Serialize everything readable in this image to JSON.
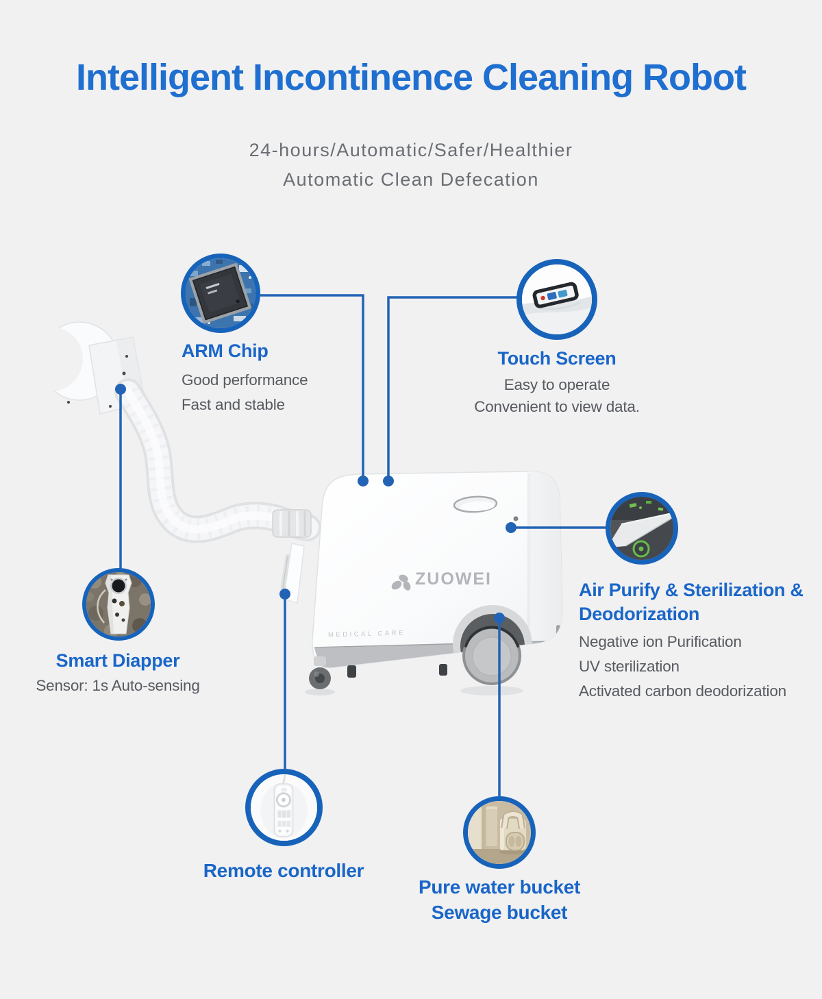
{
  "page": {
    "background": "#f1f1f2",
    "title_blue": "#1f6fd0",
    "label_blue": "#1a66c8",
    "line_blue": "#2263b5",
    "circle_border_blue": "#1863ba",
    "body_gray": "#565a5f",
    "subtitle_gray": "#6a6e73"
  },
  "header": {
    "title": "Intelligent Incontinence Cleaning Robot",
    "subtitle_line1": "24-hours/Automatic/Safer/Healthier",
    "subtitle_line2": "Automatic Clean Defecation"
  },
  "product": {
    "brand": "ZUOWEI",
    "tagline": "MEDICAL CARE"
  },
  "callouts": {
    "arm_chip": {
      "title": "ARM Chip",
      "lines": [
        "Good performance",
        "Fast and stable"
      ]
    },
    "touch_screen": {
      "title": "Touch Screen",
      "lines": [
        "Easy to operate",
        "Convenient to view data."
      ]
    },
    "air_purify": {
      "title_line1": "Air Purify & Sterilization &",
      "title_line2": "Deodorization",
      "lines": [
        "Negative ion Purification",
        "UV sterilization",
        "Activated carbon deodorization"
      ]
    },
    "smart_diapper": {
      "title": "Smart Diapper",
      "lines": [
        "Sensor: 1s Auto-sensing"
      ]
    },
    "remote_controller": {
      "title": "Remote controller"
    },
    "buckets": {
      "title_line1": "Pure water bucket",
      "title_line2": "Sewage bucket"
    }
  }
}
